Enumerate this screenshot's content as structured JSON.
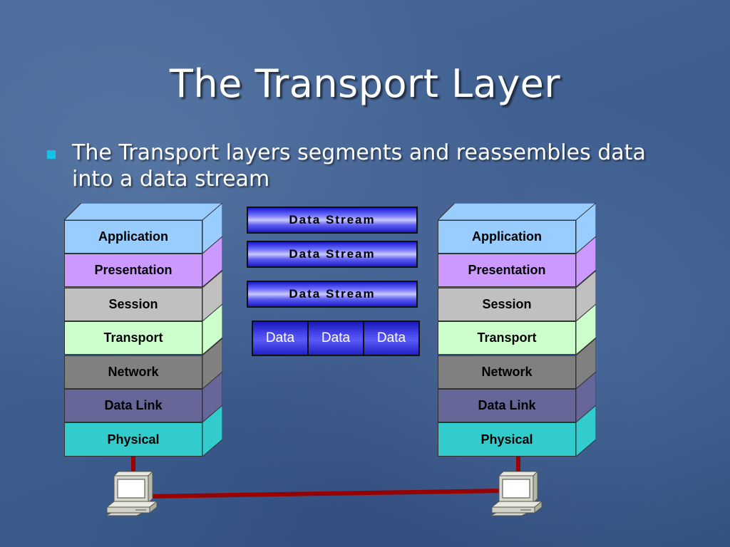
{
  "slide": {
    "title": "The Transport Layer",
    "bullet": "The Transport layers segments and reassembles data into a data stream"
  },
  "osi_layers": [
    {
      "label": "Application",
      "color": "#99ccff"
    },
    {
      "label": "Presentation",
      "color": "#cc99ff"
    },
    {
      "label": "Session",
      "color": "#c0c0c0"
    },
    {
      "label": "Transport",
      "color": "#ccffcc"
    },
    {
      "label": "Network",
      "color": "#808080"
    },
    {
      "label": "Data Link",
      "color": "#666699"
    },
    {
      "label": "Physical",
      "color": "#33cccc"
    }
  ],
  "streams": [
    "Data Stream",
    "Data Stream",
    "Data Stream"
  ],
  "segments": [
    "Data",
    "Data",
    "Data"
  ],
  "colors": {
    "cable": "#990000",
    "bullet": "#16c1e8"
  }
}
